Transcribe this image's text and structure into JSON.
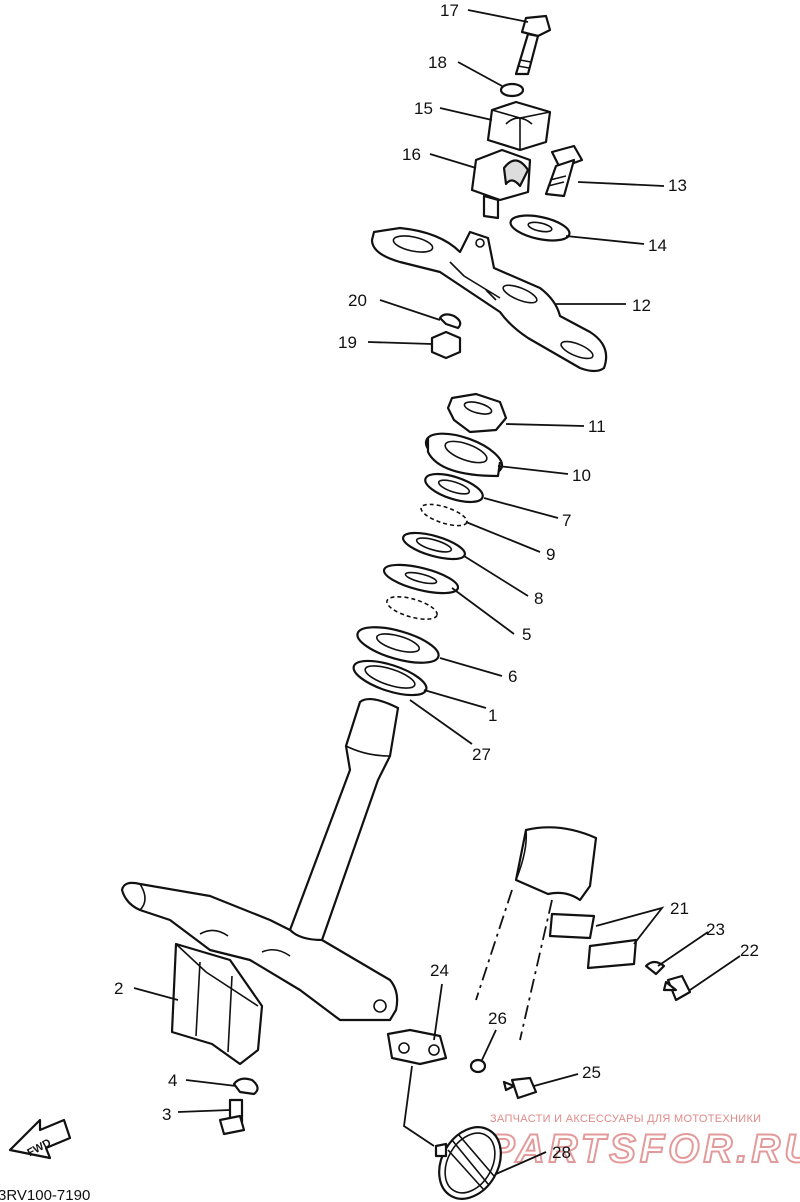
{
  "diagram": {
    "code": "3RV100-7190",
    "fwd_label": "FWD",
    "watermark": {
      "line1": "ЗАПЧАСТИ И АКСЕССУАРЫ ДЛЯ МОТОТЕХНИКИ",
      "logo": "PARTSFOR.RU"
    },
    "callouts": [
      {
        "id": "17",
        "label": "17"
      },
      {
        "id": "18",
        "label": "18"
      },
      {
        "id": "15",
        "label": "15"
      },
      {
        "id": "16",
        "label": "16"
      },
      {
        "id": "13",
        "label": "13"
      },
      {
        "id": "14",
        "label": "14"
      },
      {
        "id": "12",
        "label": "12"
      },
      {
        "id": "20",
        "label": "20"
      },
      {
        "id": "19",
        "label": "19"
      },
      {
        "id": "11",
        "label": "11"
      },
      {
        "id": "10",
        "label": "10"
      },
      {
        "id": "7",
        "label": "7"
      },
      {
        "id": "9",
        "label": "9"
      },
      {
        "id": "8",
        "label": "8"
      },
      {
        "id": "5",
        "label": "5"
      },
      {
        "id": "6",
        "label": "6"
      },
      {
        "id": "1",
        "label": "1"
      },
      {
        "id": "27",
        "label": "27"
      },
      {
        "id": "21",
        "label": "21"
      },
      {
        "id": "23",
        "label": "23"
      },
      {
        "id": "22",
        "label": "22"
      },
      {
        "id": "24",
        "label": "24"
      },
      {
        "id": "26",
        "label": "26"
      },
      {
        "id": "25",
        "label": "25"
      },
      {
        "id": "2",
        "label": "2"
      },
      {
        "id": "4",
        "label": "4"
      },
      {
        "id": "3",
        "label": "3"
      },
      {
        "id": "28",
        "label": "28"
      }
    ]
  }
}
